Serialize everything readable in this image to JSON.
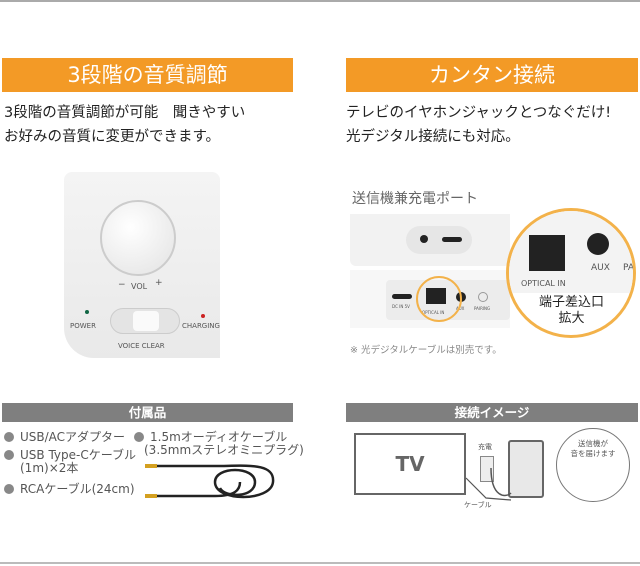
{
  "left": {
    "banner": "3段階の音質調節",
    "desc_line1": "3段階の音質調節が可能　聞きやすい",
    "desc_line2": "お好みの音質に変更ができます。",
    "panel": {
      "vol": "VOL",
      "minus": "−",
      "plus": "+",
      "power": "POWER",
      "charging": "CHARGING",
      "voice_clear": "VOICE CLEAR"
    },
    "accessories_title": "付属品",
    "accessories": [
      {
        "line1": "USB/ACアダプター"
      },
      {
        "line1": "USB Type-Cケーブル",
        "line2": "(1m)×2本"
      },
      {
        "line1": "RCAケーブル(24cm)"
      },
      {
        "line1": "1.5mオーディオケーブル",
        "line2": "(3.5mmステレオミニプラグ)"
      }
    ]
  },
  "right": {
    "banner": "カンタン接続",
    "desc_line1": "テレビのイヤホンジャックとつなぐだけ!",
    "desc_line2": "光デジタル接続にも対応。",
    "port_title": "送信機兼充電ポート",
    "ports": {
      "dc_in": "DC IN 5V",
      "optical": "OPTICAL IN",
      "aux": "AUX",
      "pairing": "PAIRING",
      "pa": "PA"
    },
    "zoom_label_1": "端子差込口",
    "zoom_label_2": "拡大",
    "note": "※ 光デジタルケーブルは別売です。",
    "connection_title": "接続イメージ",
    "diagram": {
      "tv": "TV",
      "charge": "充電",
      "cable": "ケーブル",
      "bubble_1": "送信機が",
      "bubble_2": "音を届けます"
    }
  },
  "colors": {
    "orange": "#f39a26",
    "gray_header": "#7f7f7f"
  }
}
